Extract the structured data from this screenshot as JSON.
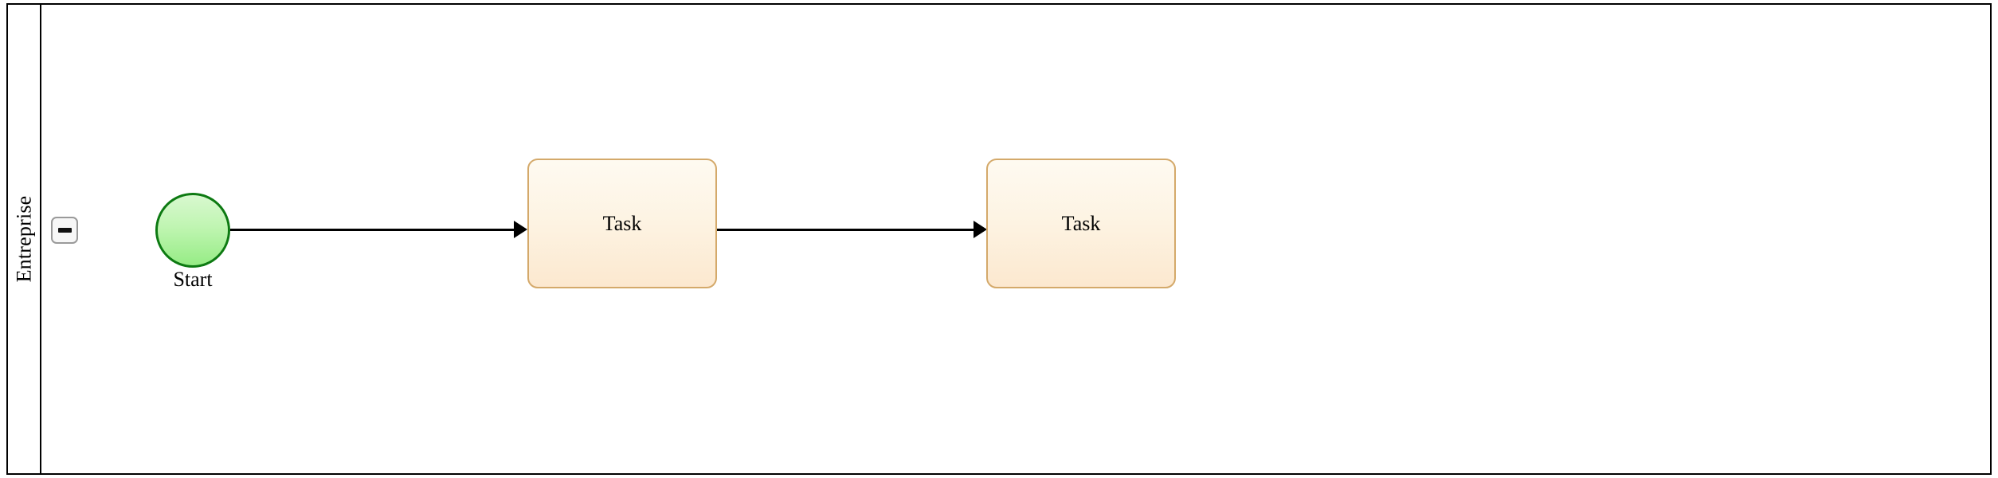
{
  "diagram": {
    "type": "bpmn-process",
    "background_color": "#ffffff"
  },
  "pool": {
    "border_color": "#000000"
  },
  "lane": {
    "label": "Entreprise",
    "collapse_toggle": {
      "icon": "minus-icon",
      "state": "expanded",
      "border_color": "#9a9a9a",
      "fill_color": "#f7f7f7"
    }
  },
  "nodes": [
    {
      "id": "start-event",
      "type": "start-event",
      "shape": "circle",
      "label": "Start",
      "border_color": "#0d7a12",
      "fill_color": "#c0f5b2"
    },
    {
      "id": "task-1",
      "type": "task",
      "shape": "rounded-rectangle",
      "label": "Task",
      "border_color": "#d4a96a",
      "fill_color": "#fdf3e2"
    },
    {
      "id": "task-2",
      "type": "task",
      "shape": "rounded-rectangle",
      "label": "Task",
      "border_color": "#d4a96a",
      "fill_color": "#fce8cf"
    }
  ],
  "flows": [
    {
      "id": "flow-1",
      "from": "start-event",
      "to": "task-1",
      "arrow_color": "#000000"
    },
    {
      "id": "flow-2",
      "from": "task-1",
      "to": "task-2",
      "arrow_color": "#000000"
    }
  ]
}
